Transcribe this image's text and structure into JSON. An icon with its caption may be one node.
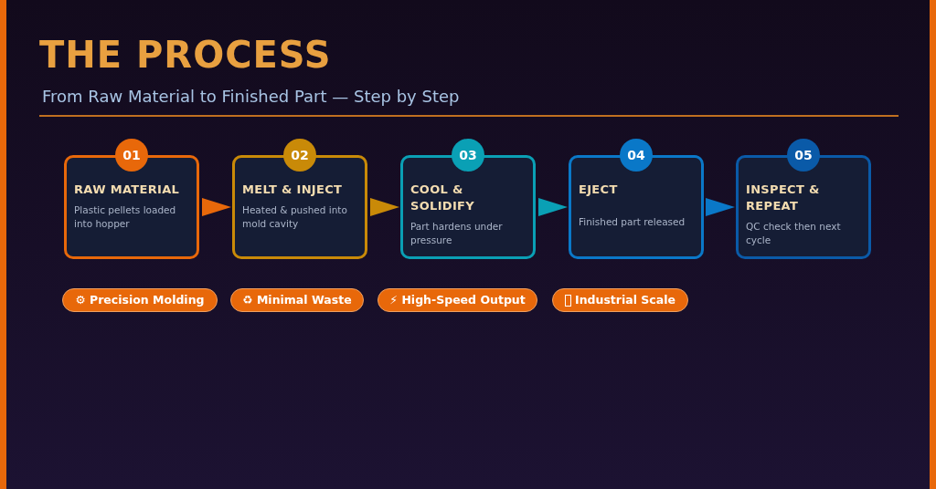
{
  "diagram": {
    "title": "THE PROCESS",
    "nodes": [
      {
        "text": [
          "01",
          "RAW MATERIAL",
          "Plastic pellets loaded into hopper"
        ]
      },
      {
        "text": [
          "02",
          "MELT & INJECT",
          "Heated & pushed into mold cavity"
        ]
      },
      {
        "text": [
          "03",
          "COOL & SOLIDIFY",
          "Part hardens under pressure"
        ]
      },
      {
        "text": [
          "04",
          "EJECT",
          "Finished part released"
        ]
      },
      {
        "text": [
          "05",
          "INSPECT & REPEAT",
          "QC check then next cycle"
        ]
      }
    ],
    "edges": [
      {
        "from": 0,
        "to": 1,
        "arrow": "to",
        "color": "#e8680a"
      },
      {
        "from": 1,
        "to": 2,
        "arrow": "to",
        "color": "#c98a08"
      },
      {
        "from": 2,
        "to": 3,
        "arrow": "to",
        "color": "#0aa0b5"
      },
      {
        "from": 3,
        "to": 4,
        "arrow": "to",
        "color": "#0a78c8"
      }
    ],
    "labels": [
      "From Raw Material to Finished Part — Step by Step",
      "⚙ Precision Molding",
      "♻ Minimal Waste",
      "⚡ High-Speed Output",
      "Industrial Scale"
    ]
  }
}
